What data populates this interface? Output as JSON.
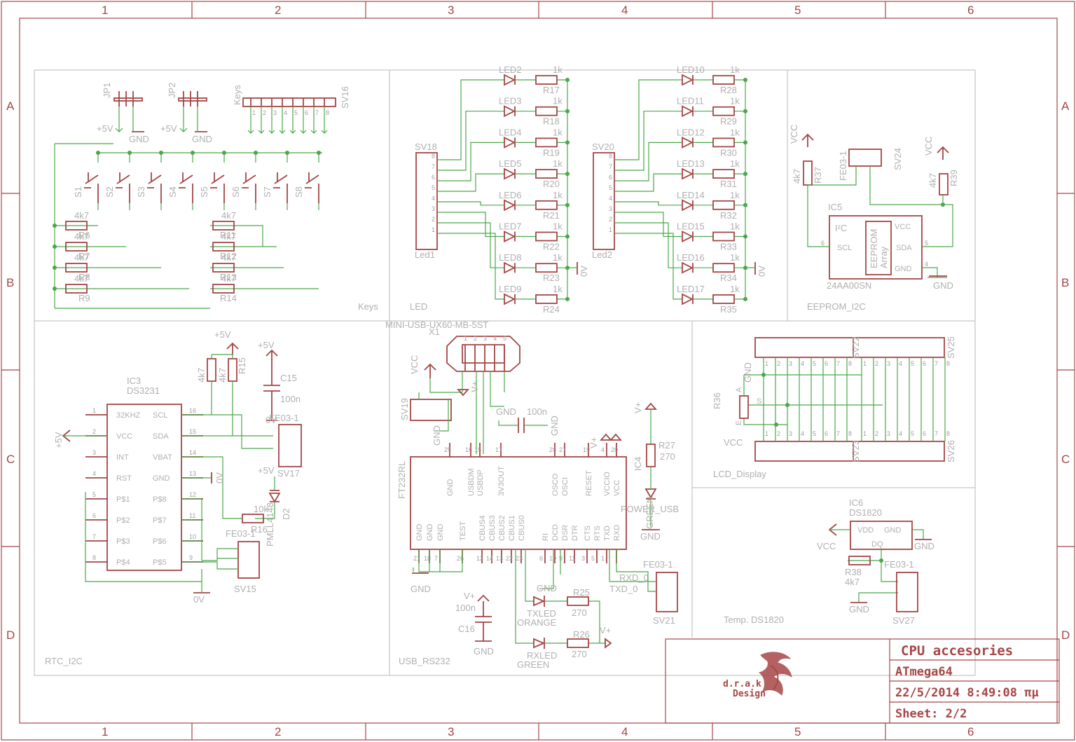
{
  "grid": {
    "columns": [
      "1",
      "2",
      "3",
      "4",
      "5",
      "6"
    ],
    "rows": [
      "A",
      "B",
      "C",
      "D"
    ]
  },
  "sections": {
    "keys": "Keys",
    "led": "LED",
    "eeprom": "EEPROM_I2C",
    "rtc": "RTC_I2C",
    "usb": "USB_RS232",
    "lcd": "LCD_Display",
    "temp": "Temp. DS1820"
  },
  "keys": {
    "jp1": "JP1",
    "jp2": "JP2",
    "sv16": "SV16",
    "keys_label": "Keys",
    "v5": "+5V",
    "gnd": "GND",
    "switches": [
      "S1",
      "S2",
      "S3",
      "S4",
      "S5",
      "S6",
      "S7",
      "S8"
    ],
    "resistors_left": [
      {
        "name": "R6",
        "value": "4k7"
      },
      {
        "name": "R7",
        "value": "4k7"
      },
      {
        "name": "R8",
        "value": "4k7"
      },
      {
        "name": "R9",
        "value": "4k7"
      }
    ],
    "resistors_right": [
      {
        "name": "R11",
        "value": "4k7"
      },
      {
        "name": "R12",
        "value": "4k7"
      },
      {
        "name": "R13",
        "value": "4k7"
      },
      {
        "name": "R14",
        "value": "4k7"
      }
    ]
  },
  "led": {
    "sv18": "SV18",
    "sv20": "SV20",
    "led1": "Led1",
    "led2": "Led2",
    "zero_v": "0V",
    "left": [
      {
        "led": "LED2",
        "r": "R17",
        "v": "1k"
      },
      {
        "led": "LED3",
        "r": "R18",
        "v": "1k"
      },
      {
        "led": "LED4",
        "r": "R19",
        "v": "1k"
      },
      {
        "led": "LED5",
        "r": "R20",
        "v": "1k"
      },
      {
        "led": "LED6",
        "r": "R21",
        "v": "1k"
      },
      {
        "led": "LED7",
        "r": "R22",
        "v": "1k"
      },
      {
        "led": "LED8",
        "r": "R23",
        "v": "1k"
      },
      {
        "led": "LED9",
        "r": "R24",
        "v": "1k"
      }
    ],
    "right": [
      {
        "led": "LED10",
        "r": "R28",
        "v": "1k"
      },
      {
        "led": "LED11",
        "r": "R29",
        "v": "1k"
      },
      {
        "led": "LED12",
        "r": "R30",
        "v": "1k"
      },
      {
        "led": "LED13",
        "r": "R31",
        "v": "1k"
      },
      {
        "led": "LED14",
        "r": "R32",
        "v": "1k"
      },
      {
        "led": "LED15",
        "r": "R33",
        "v": "1k"
      },
      {
        "led": "LED16",
        "r": "R34",
        "v": "1k"
      },
      {
        "led": "LED17",
        "r": "R35",
        "v": "1k"
      }
    ]
  },
  "eeprom": {
    "vcc": "VCC",
    "r37": "R37",
    "r37v": "4k7",
    "r39": "R39",
    "r39v": "4k7",
    "fe": "FE03-1",
    "sv24": "SV24",
    "ic5": "IC5",
    "i2c": "I²C",
    "array1": "EEPROM",
    "array2": "Array",
    "scl": "SCL",
    "sda": "SDA",
    "gndp": "GND",
    "part": "24AA00SN",
    "gnd": "GND",
    "p6": "6",
    "p5": "5",
    "p4": "4"
  },
  "rtc": {
    "ic3": "IC3",
    "part": "DS3231",
    "v5": "+5V",
    "zero_v": "0V",
    "left_pins": [
      {
        "n": "1",
        "name": "32KHZ"
      },
      {
        "n": "2",
        "name": "VCC"
      },
      {
        "n": "3",
        "name": "INT"
      },
      {
        "n": "4",
        "name": "RST"
      },
      {
        "n": "5",
        "name": "P$1"
      },
      {
        "n": "6",
        "name": "P$2"
      },
      {
        "n": "7",
        "name": "P$3"
      },
      {
        "n": "8",
        "name": "P$4"
      }
    ],
    "right_pins": [
      {
        "n": "16",
        "name": "SCL"
      },
      {
        "n": "15",
        "name": "SDA"
      },
      {
        "n": "14",
        "name": "VBAT"
      },
      {
        "n": "13",
        "name": "GND"
      },
      {
        "n": "12",
        "name": "P$8"
      },
      {
        "n": "11",
        "name": "P$7"
      },
      {
        "n": "10",
        "name": "P$6"
      },
      {
        "n": "9",
        "name": "P$5"
      }
    ],
    "r15": "R15",
    "r15v": "4k7",
    "c15": "C15",
    "c15v": "100n",
    "fe1": "FE03-1",
    "sv17": "SV17",
    "fe2": "FE03-1",
    "sv15": "SV15",
    "r16": "R16",
    "r16v": "10k",
    "d2": "D2",
    "d2part": "PMLL4148"
  },
  "usb": {
    "conn": "MINI-USB-UX60-MB-5ST",
    "x1": "X1",
    "vcc": "VCC",
    "sv19": "SV19",
    "gnd": "GND",
    "c17v": "100n",
    "vplus": "V+",
    "chip": "FT232RL",
    "top_pins": [
      {
        "n": "25",
        "name": "GND"
      },
      {
        "n": "16",
        "name": "USBDM"
      },
      {
        "n": "15",
        "name": "USBDP"
      },
      {
        "n": "17",
        "name": "3V3OUT"
      },
      {
        "n": "28",
        "name": "OSCO"
      },
      {
        "n": "27",
        "name": "OSCI"
      },
      {
        "n": "19",
        "name": "RESET"
      },
      {
        "n": "4",
        "name": "VCCIO"
      },
      {
        "n": "20",
        "name": "VCC"
      }
    ],
    "bottom_pins": [
      {
        "n": "21",
        "name": "GND"
      },
      {
        "n": "18",
        "name": "GND"
      },
      {
        "n": "7",
        "name": "GND"
      },
      {
        "n": "26",
        "name": "TEST"
      },
      {
        "n": "12",
        "name": "CBUS4"
      },
      {
        "n": "14",
        "name": "CBUS3"
      },
      {
        "n": "13",
        "name": "CBUS2"
      },
      {
        "n": "22",
        "name": "CBUS1"
      },
      {
        "n": "23",
        "name": "CBUS0"
      },
      {
        "n": "6",
        "name": "RI"
      },
      {
        "n": "10",
        "name": "DCD"
      },
      {
        "n": "9",
        "name": "DSR"
      },
      {
        "n": "11",
        "name": "DTR"
      },
      {
        "n": "3",
        "name": "CTS"
      },
      {
        "n": "5",
        "name": "RTS"
      },
      {
        "n": "1",
        "name": "TXD"
      },
      {
        "n": "",
        "name": "RXD"
      }
    ],
    "ic4": "IC4",
    "r27": "R27",
    "r27v": "270",
    "power": "POWER_USB",
    "green": "GREEN",
    "fe": "FE03-1",
    "sv21": "SV21",
    "rxd": "RXD_0",
    "txd": "TXD_0",
    "c16": "C16",
    "c16v": "100n",
    "r25": "R25",
    "r25v": "270",
    "r26": "R26",
    "r26v": "270",
    "txled": "TXLED",
    "orange": "ORANGE",
    "rxled": "RXLED",
    "green2": "GREEN"
  },
  "lcd": {
    "sv22": "SV22",
    "sv25": "SV25",
    "sv23": "SV23",
    "sv26": "SV26",
    "r36": "R36",
    "a": "A",
    "s": "S",
    "e": "E",
    "gnd": "GND",
    "vcc": "VCC",
    "pins": [
      "1",
      "2",
      "3",
      "4",
      "5",
      "6",
      "7",
      "8"
    ]
  },
  "temp": {
    "ic6": "IC6",
    "part": "DS1820",
    "vdd": "VDD",
    "gndp": "GND",
    "dq": "DQ",
    "vcc": "VCC",
    "gnd": "GND",
    "r38": "R38",
    "r38v": "4k7",
    "fe": "FE03-1",
    "sv27": "SV27"
  },
  "title_block": {
    "title": "CPU accesories",
    "part": "ATmega64",
    "date": "22/5/2014 8:49:08 πμ",
    "sheet": "Sheet: 2/2",
    "logo1": "d.r.a.k",
    "logo2": "Design"
  },
  "colors": {
    "frame": "#a64646",
    "wire": "#4aa84a",
    "text": "#b0b0b0"
  }
}
